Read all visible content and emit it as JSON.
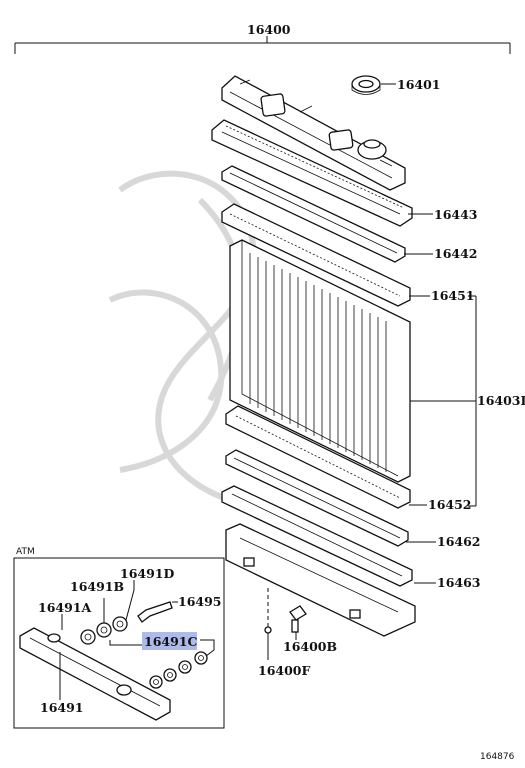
{
  "diagram": {
    "assembly_label": "16400",
    "inset_title": "ATM",
    "figure_number": "164876",
    "highlight_color": "#aebbe8",
    "callouts": {
      "c16401": "16401",
      "c16443": "16443",
      "c16442": "16442",
      "c16451": "16451",
      "c16403": "16403I",
      "c16452": "16452",
      "c16462": "16462",
      "c16463": "16463",
      "c16491d": "16491D",
      "c16491b": "16491B",
      "c16495": "16495",
      "c16491a": "16491A",
      "c16491c": "16491C",
      "c16491": "16491",
      "c16400b": "16400B",
      "c16400f": "16400F"
    }
  }
}
